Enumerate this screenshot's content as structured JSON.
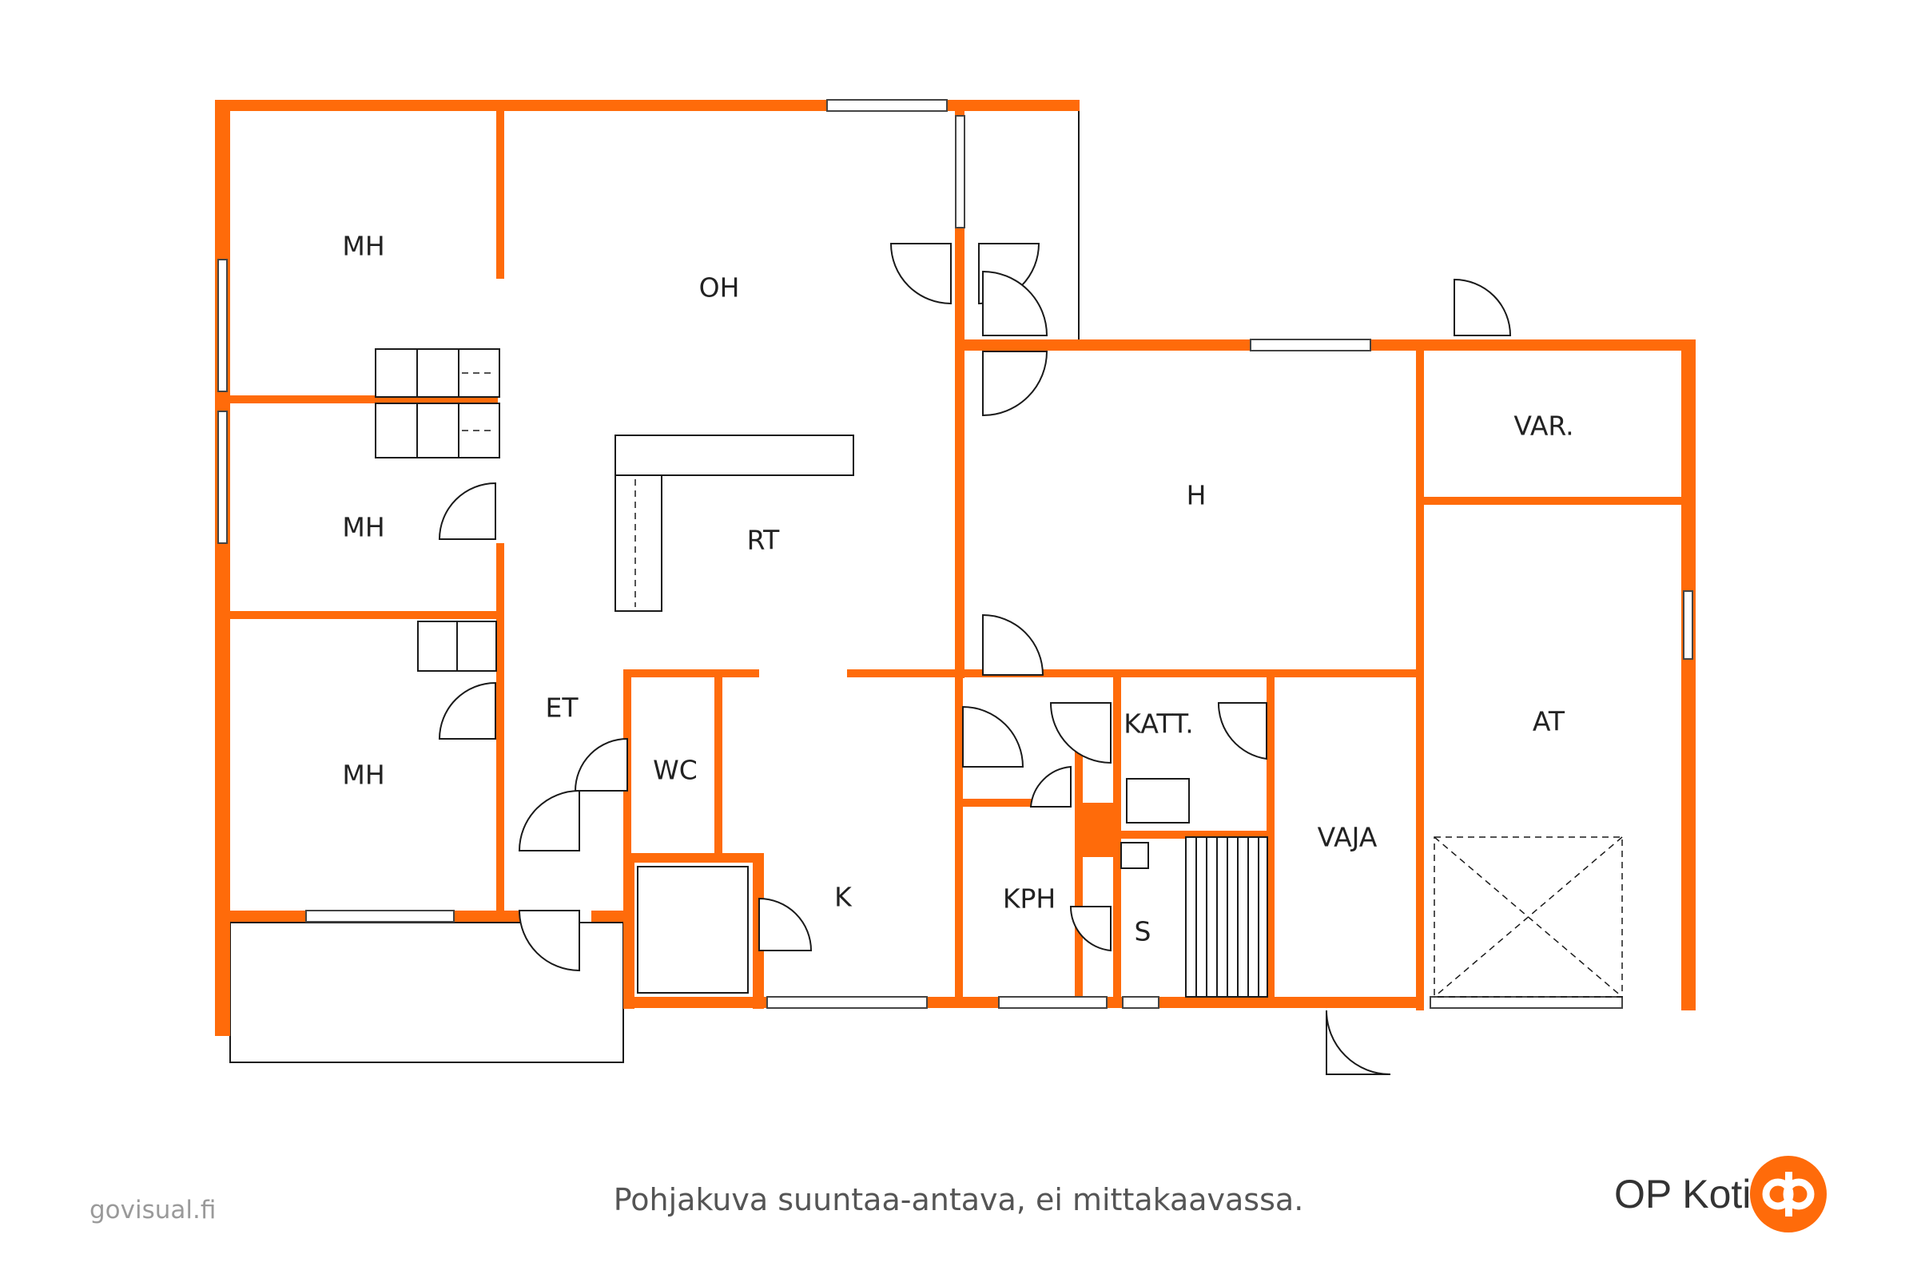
{
  "rooms": {
    "mh_top": "MH",
    "mh_mid": "MH",
    "mh_bottom": "MH",
    "oh": "OH",
    "rt": "RT",
    "et": "ET",
    "wc": "WC",
    "k": "K",
    "h": "H",
    "var": "VAR.",
    "katt": "KATT.",
    "kph": "KPH",
    "s": "S",
    "vaja": "VAJA",
    "at": "AT"
  },
  "footer": {
    "note": "Pohjakuva suuntaa-antava, ei mittakaavassa.",
    "credit": "govisual.fi",
    "brand": "OP Koti"
  },
  "colors": {
    "wall": "#ff6b0a",
    "brand": "#ff6b0a"
  }
}
